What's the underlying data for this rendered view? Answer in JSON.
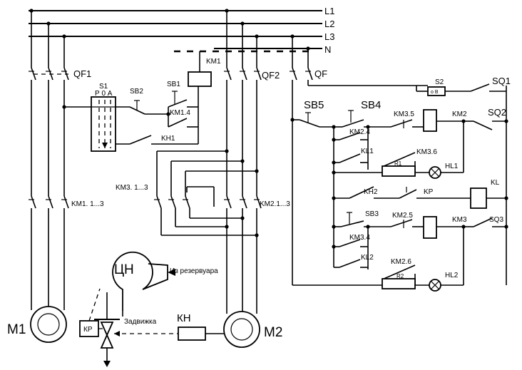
{
  "phases": [
    "L1",
    "L2",
    "L3",
    "N"
  ],
  "labels": {
    "qf1": "QF1",
    "qf2": "QF2",
    "qf": "QF",
    "s1": "S1",
    "s1_modes": "Р 0 А",
    "sb2": "SB2",
    "sb1": "SB1",
    "km1": "KM1",
    "km1_4": "KM1.4",
    "kh1": "KH1",
    "km1_main": "KM1. 1...3",
    "km3_main": "KM3. 1...3",
    "km2_main": "KM2.1...3",
    "m1": "M1",
    "m2": "M2",
    "pump": "ЦН",
    "from_tank": "Из резервуара",
    "valve": "Задвижка",
    "kr": "КР",
    "kh": "КН",
    "s2": "S2",
    "s2_contact": "o B",
    "sq1": "SQ1",
    "sb5": "SB5",
    "sb4": "SB4",
    "km3_5": "KM3.5",
    "km2": "KM2",
    "sq2": "SQ2",
    "km2_4": "KM2.4",
    "kl1": "KL1",
    "km3_6": "KM3.6",
    "r1": "R1",
    "hl1": "HL1",
    "kh2": "KH2",
    "kp": "KP",
    "kl": "KL",
    "sb3": "SB3",
    "km2_5": "KM2.5",
    "km3": "KM3",
    "sq3": "SQ3",
    "km3_4": "KM3.4",
    "kl2": "KL2",
    "km2_6": "KM2.6",
    "r2": "R2",
    "hl2": "HL2"
  }
}
